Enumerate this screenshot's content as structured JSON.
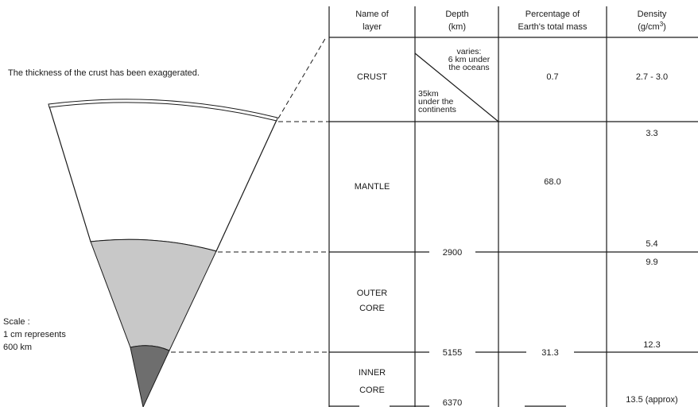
{
  "note": "The thickness of the crust has been exaggerated.",
  "scale": {
    "line1": "Scale :",
    "line2": "1 cm represents",
    "line3": "600 km"
  },
  "headers": {
    "name": [
      "Name of",
      "layer"
    ],
    "depth": [
      "Depth",
      "(km)"
    ],
    "mass": [
      "Percentage of",
      "Earth's total mass"
    ],
    "density_line1": "Density",
    "density_unit_pre": "(g/cm",
    "density_unit_sup": "3",
    "density_unit_post": ")"
  },
  "crust": {
    "name": "CRUST",
    "depth_ocean": [
      "varies:",
      "6 km under",
      "the oceans"
    ],
    "depth_continent": [
      "35km",
      "under the",
      "continents"
    ],
    "mass": "0.7",
    "density": "2.7 - 3.0"
  },
  "mantle": {
    "name": "MANTLE",
    "mass": "68.0",
    "density_top": "3.3"
  },
  "boundary_mantle_outer": {
    "depth": "2900",
    "density_above": "5.4",
    "density_below": "9.9"
  },
  "outer_core": {
    "name": [
      "OUTER",
      "CORE"
    ]
  },
  "boundary_outer_inner": {
    "depth": "5155",
    "mass": "31.3",
    "density_above": "12.3"
  },
  "inner_core": {
    "name": [
      "INNER",
      "CORE"
    ]
  },
  "bottom": {
    "depth": "6370",
    "density": "13.5 (approx)"
  },
  "colors": {
    "outer_core": "#c8c8c8",
    "inner_core": "#6e6e6e",
    "ink": "#1a1a1a"
  }
}
